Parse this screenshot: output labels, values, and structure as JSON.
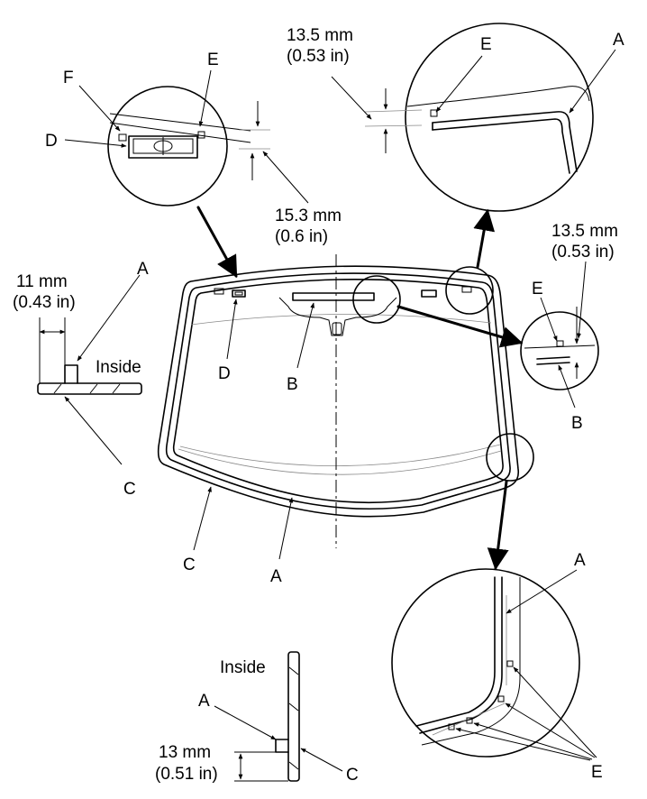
{
  "labels": {
    "A": "A",
    "B": "B",
    "C": "C",
    "D": "D",
    "E": "E",
    "F": "F",
    "inside": "Inside"
  },
  "dimensions": {
    "d_15_3_mm": "15.3 mm",
    "d_15_3_in": "(0.6 in)",
    "d_13_5_mm": "13.5 mm",
    "d_13_5_in": "(0.53 in)",
    "d_11_mm": "11 mm",
    "d_11_in": "(0.43 in)",
    "d_13_mm": "13 mm",
    "d_13_in": "(0.51 in)"
  }
}
